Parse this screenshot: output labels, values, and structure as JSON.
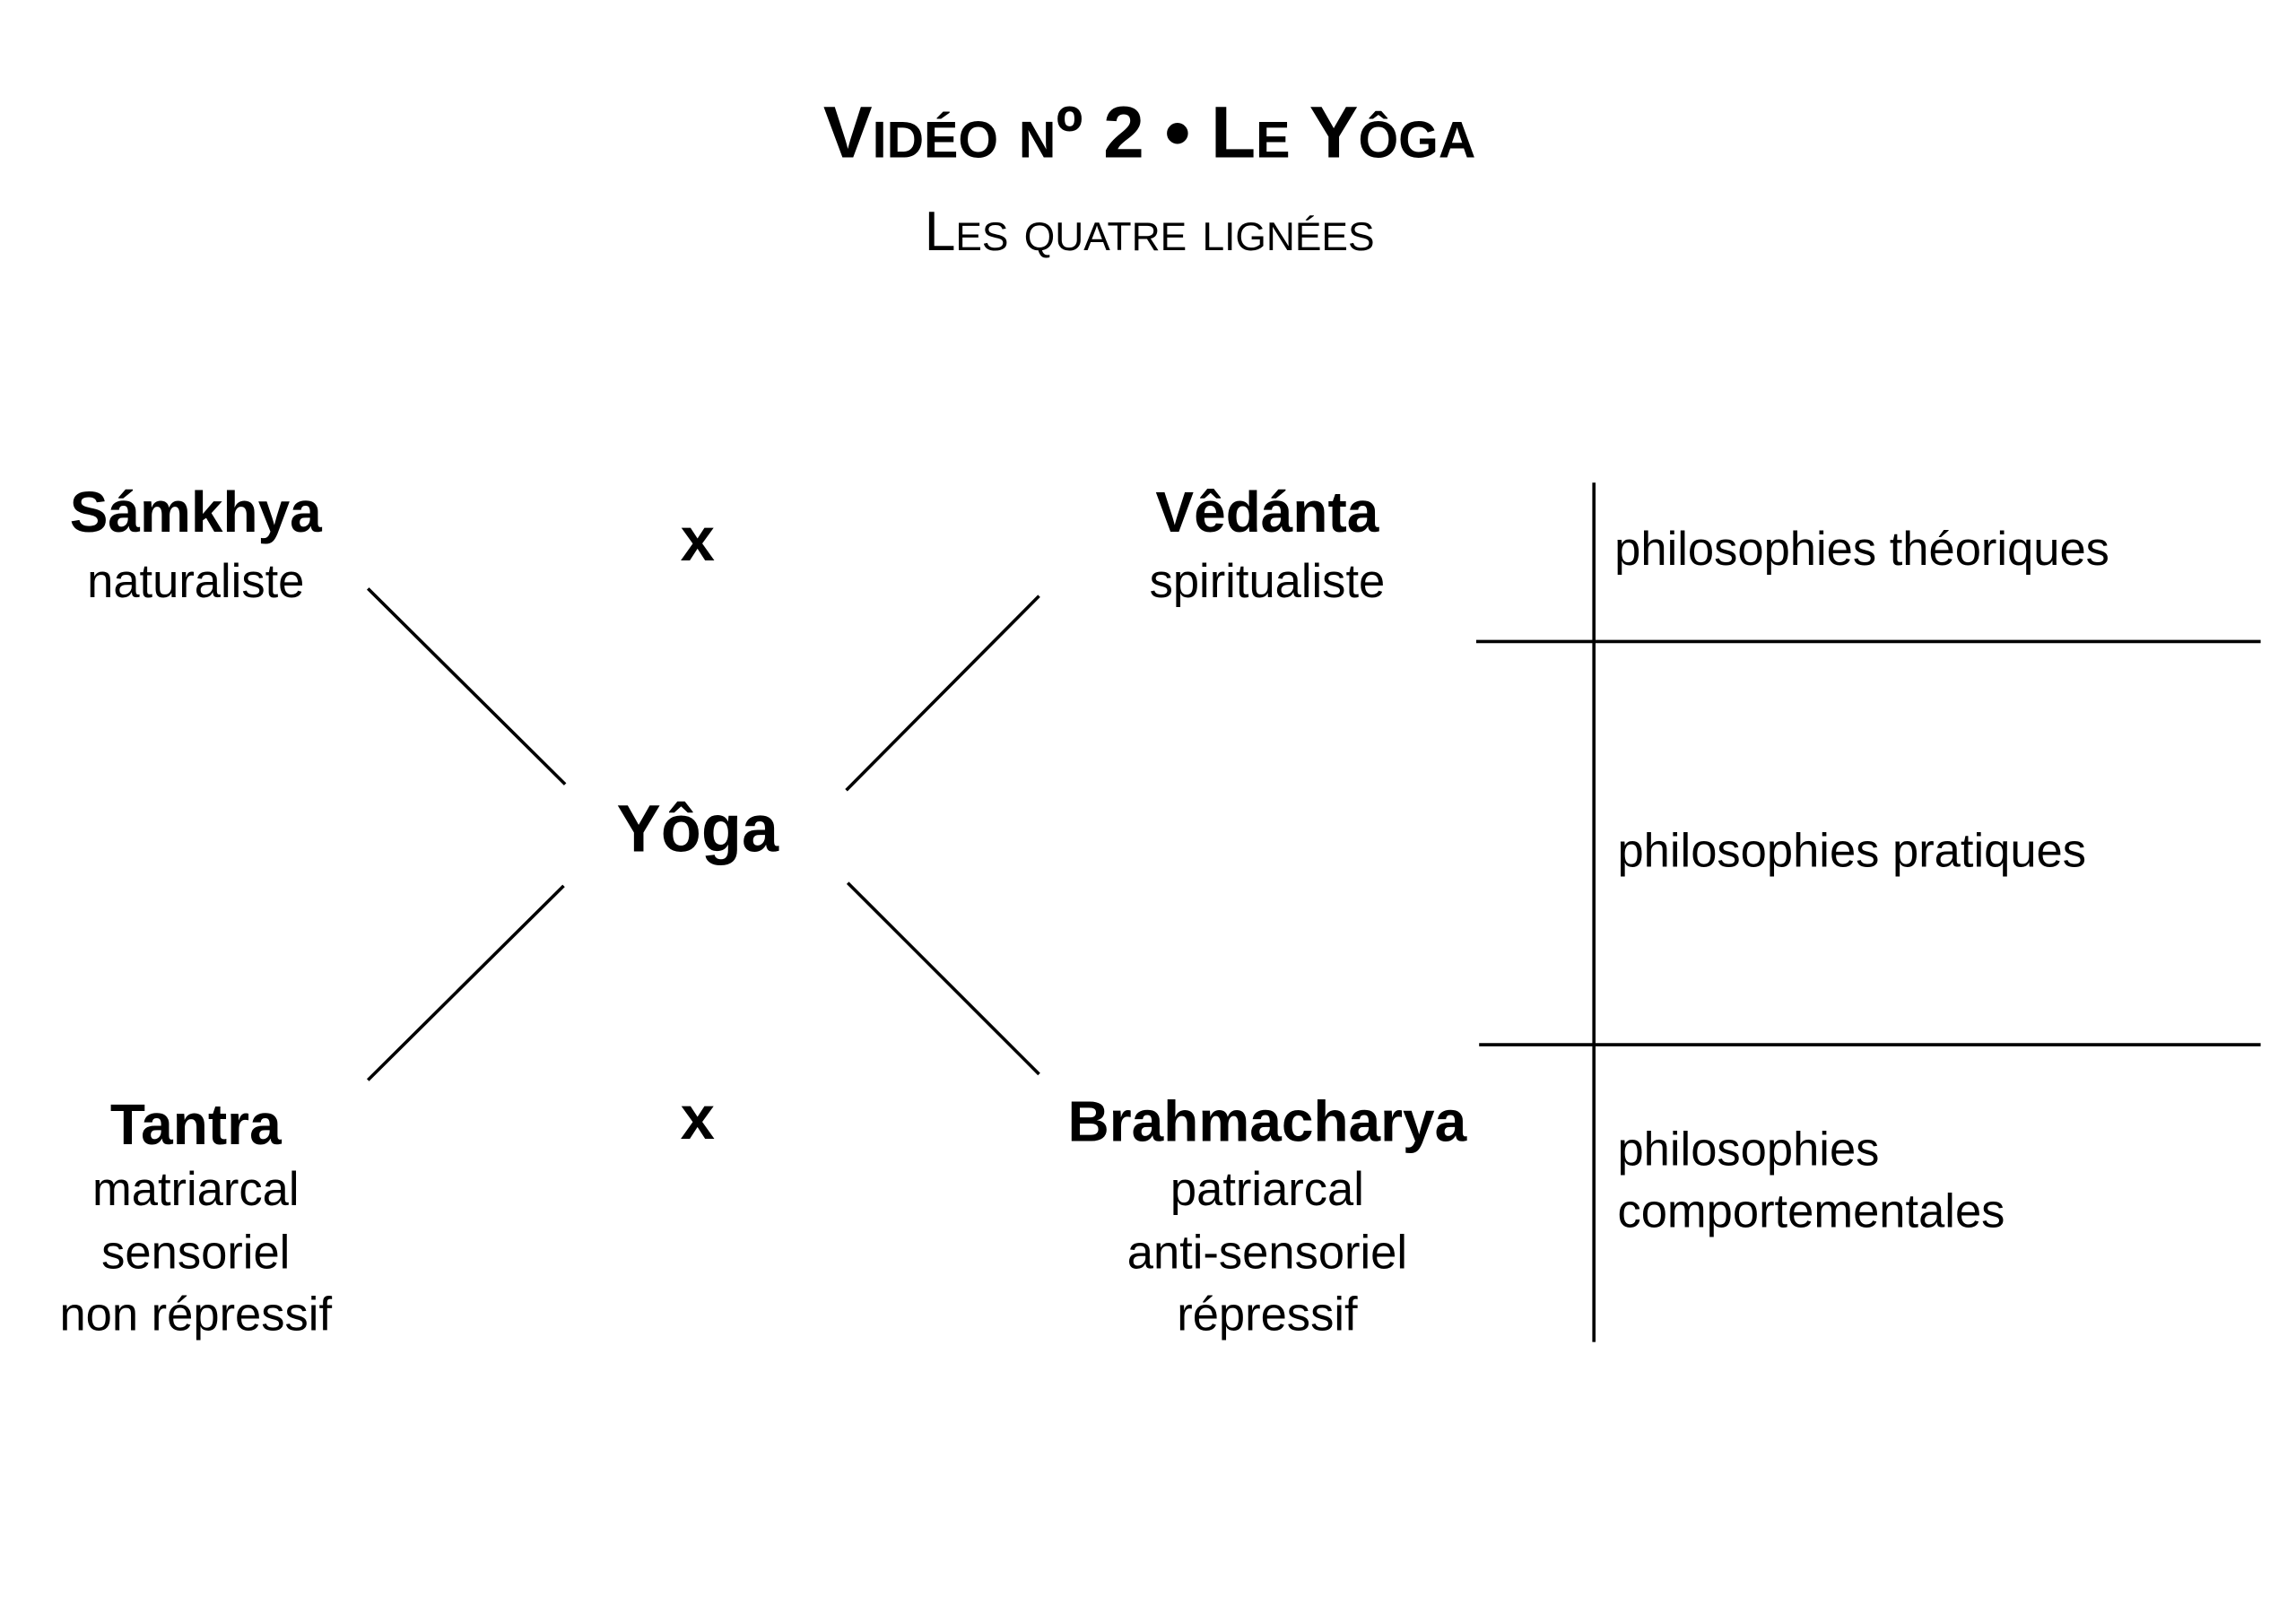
{
  "title": "Vidéo nº 2 • Le Yôga",
  "subtitle": "Les quatre lignées",
  "center": "Yôga",
  "opposition_mark": "x",
  "lineages": {
    "samkhya": {
      "name": "Sámkhya",
      "traits": [
        "naturaliste"
      ]
    },
    "vedanta": {
      "name": "Vêdánta",
      "traits": [
        "spiritualiste"
      ]
    },
    "tantra": {
      "name": "Tantra",
      "traits": [
        "matriarcal",
        "sensoriel",
        "non répressif"
      ]
    },
    "brahmacharya": {
      "name": "Brahmacharya",
      "traits": [
        "patriarcal",
        "anti-sensoriel",
        "répressif"
      ]
    }
  },
  "categories": {
    "theoretical": "philosophies théoriques",
    "practical": "philosophies pratiques",
    "behavioral": [
      "philosophies",
      "comportementales"
    ]
  }
}
